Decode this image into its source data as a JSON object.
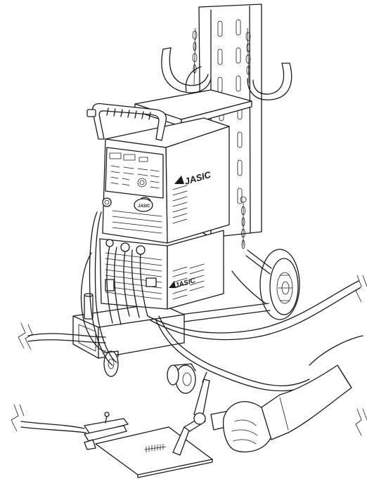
{
  "figure": {
    "brand_large": "JASIC",
    "brand_small": "JASIC",
    "brand_panel": "JASIC"
  },
  "colors": {
    "line": "#1a1a1a",
    "background": "#ffffff"
  }
}
